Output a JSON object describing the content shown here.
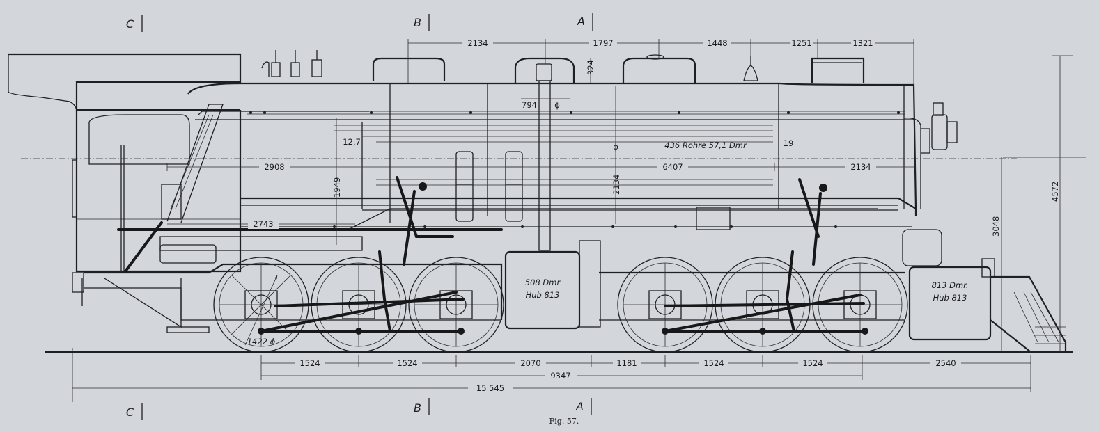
{
  "sections": {
    "c_top": "C",
    "b_top": "B",
    "a_top": "A",
    "c_bottom": "C",
    "b_bottom": "B",
    "a_bottom": "A"
  },
  "dims_top": {
    "d1": "2134",
    "d2": "1797",
    "d3": "1448",
    "d4": "1251",
    "d5": "1321",
    "dome_h": "324",
    "dome_w": "794",
    "dome_sym": "ϕ"
  },
  "boiler": {
    "tubes": "436 Rohre  57,1 Dmr",
    "d_2908": "2908",
    "d_6407": "6407",
    "d_2134": "2134",
    "d_12_7": "12,7",
    "d_19": "19",
    "d_1949": "1949",
    "d_2134_v": "2134",
    "d_2743": "2743",
    "phi": "ϕ"
  },
  "cylinders": {
    "rear_l1": "508 Dmr",
    "rear_l2": "Hub 813",
    "front_l1": "813 Dmr.",
    "front_l2": "Hub 813"
  },
  "wheel_dia": "1422 ϕ",
  "right_dims": {
    "h_4572": "4572",
    "h_3048": "3048"
  },
  "dims_bottom": {
    "w1": "1524",
    "w2": "1524",
    "w3": "2070",
    "w4": "1181",
    "w5": "1524",
    "w6": "1524",
    "w7": "2540",
    "wheelbase": "9347",
    "total": "15 545"
  },
  "caption": "Fig. 57."
}
